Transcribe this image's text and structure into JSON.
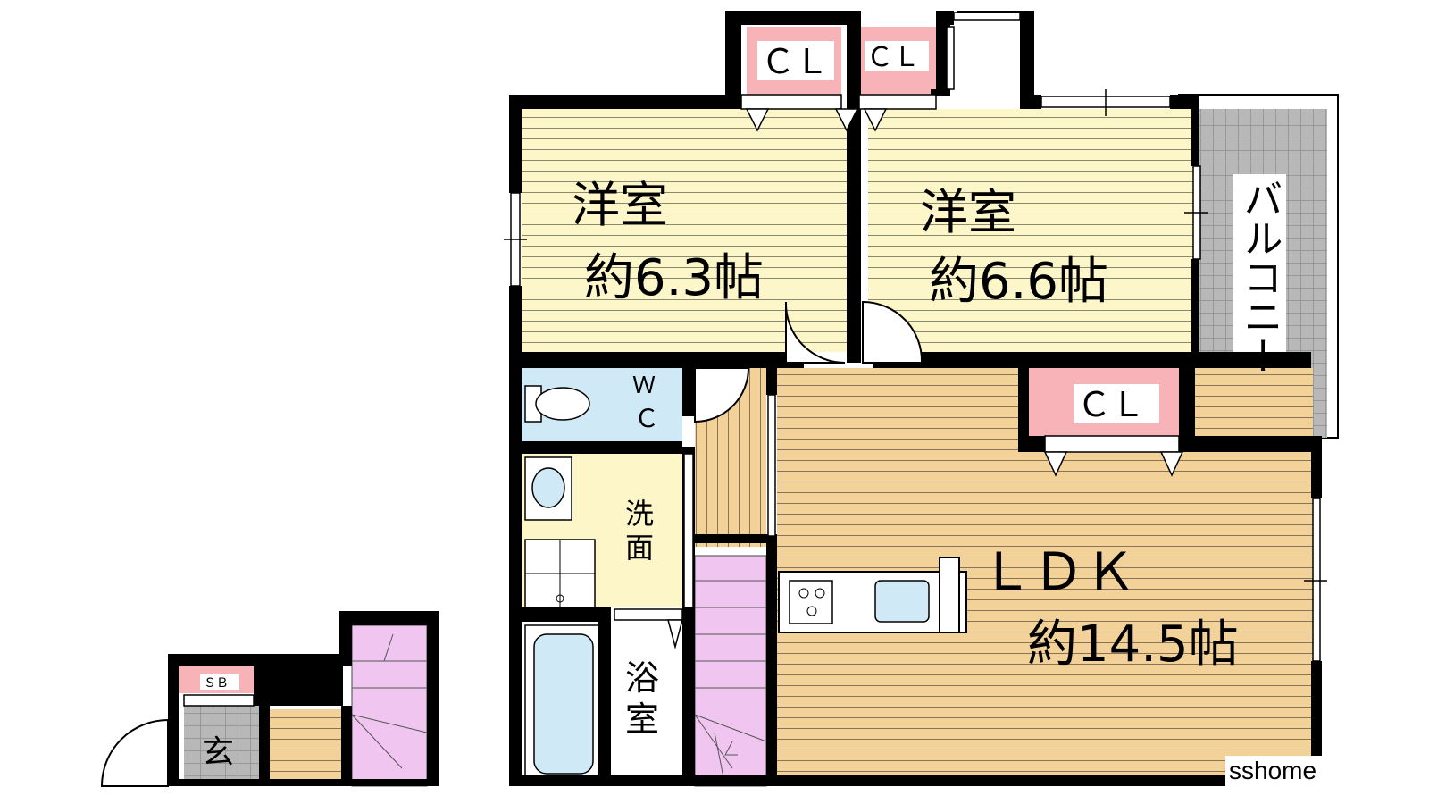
{
  "colors": {
    "room_floor": "#fdf6c8",
    "ldk_floor": "#f3d29a",
    "closet": "#f7b3b8",
    "bath_blue": "#cfe9f7",
    "stair_purple": "#f0c6f0",
    "balcony_grid": "#a3a3a3",
    "wall": "#000000"
  },
  "rooms": {
    "western_left": {
      "name": "洋室",
      "size": "約6.3帖"
    },
    "western_right": {
      "name": "洋室",
      "size": "約6.6帖"
    },
    "ldk": {
      "name": "ＬＤＫ",
      "size": "約14.5帖"
    },
    "balcony": {
      "name": "バルコニー"
    },
    "closet_label": "ＣＬ",
    "wc_top": "Ｗ",
    "wc_bottom": "Ｃ",
    "washroom_top": "洗",
    "washroom_bottom": "面",
    "bath_top": "浴",
    "bath_bottom": "室",
    "shoe_box": "ＳＢ",
    "entrance": "玄"
  },
  "watermark": "sshome"
}
